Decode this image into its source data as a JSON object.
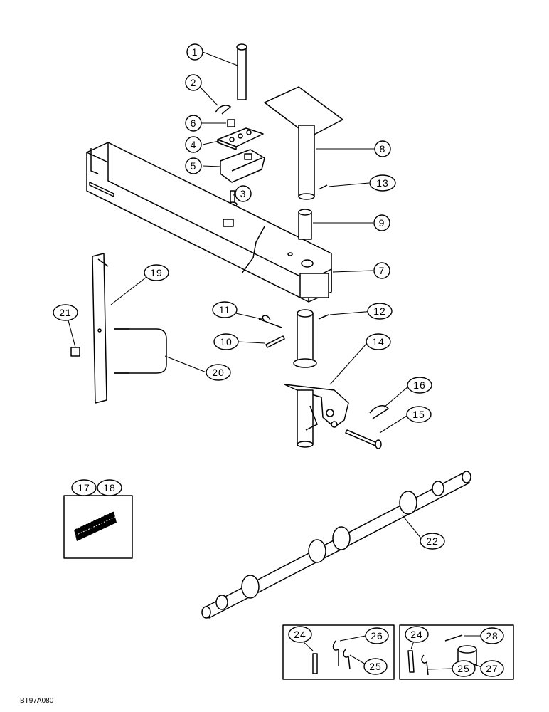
{
  "callouts": {
    "c1": "1",
    "c2": "2",
    "c3": "3",
    "c4": "4",
    "c5": "5",
    "c6": "6",
    "c7": "7",
    "c8": "8",
    "c9": "9",
    "c10": "10",
    "c11": "11",
    "c12": "12",
    "c13": "13",
    "c14": "14",
    "c15": "15",
    "c16": "16",
    "c17": "17",
    "c18": "18",
    "c19": "19",
    "c20": "20",
    "c21": "21",
    "c22": "22",
    "c24a": "24",
    "c25a": "25",
    "c26": "26",
    "c24b": "24",
    "c25b": "25",
    "c27": "27",
    "c28": "28"
  },
  "footer": {
    "drawing_code": "BT97A080"
  }
}
